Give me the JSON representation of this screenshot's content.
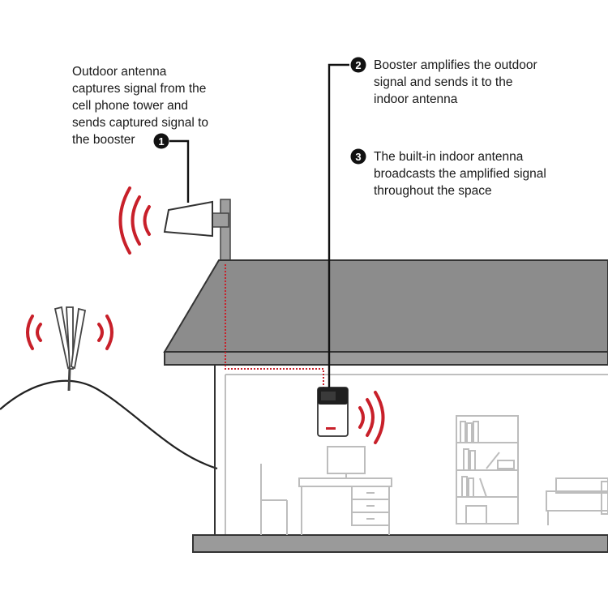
{
  "callouts": [
    {
      "number": "1",
      "lines": [
        "Outdoor antenna",
        "captures signal from the",
        "cell phone tower and",
        "sends captured signal to",
        "the booster"
      ]
    },
    {
      "number": "2",
      "lines": [
        "Booster amplifies the outdoor",
        "signal and sends it to the",
        "indoor antenna"
      ]
    },
    {
      "number": "3",
      "lines": [
        "The built-in indoor antenna",
        "broadcasts the amplified signal",
        "throughout the space"
      ]
    }
  ],
  "colors": {
    "signal": "#c8202a",
    "roof": "#8c8c8c",
    "outline": "#333333",
    "text": "#1a1a1a",
    "furniture": "#bdbdbd"
  },
  "icons": {
    "tower": "cell-tower-icon",
    "outdoor_antenna": "yagi-antenna-icon",
    "booster": "signal-booster-icon",
    "signal_waves": "signal-waves-icon"
  }
}
